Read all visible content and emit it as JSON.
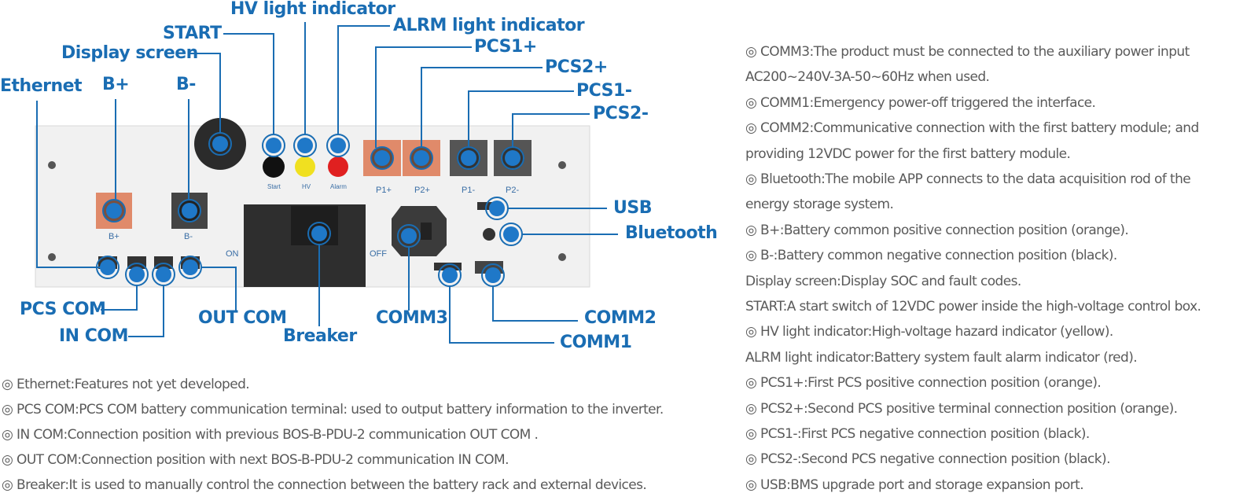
{
  "callouts": {
    "hv": "HV light indicator",
    "start": "START",
    "alrm": "ALRM light indicator",
    "display": "Display screen",
    "pcs1p": "PCS1+",
    "pcs2p": "PCS2+",
    "ethernet": "Ethernet",
    "bp": "B+",
    "bm": "B-",
    "pcs1m": "PCS1-",
    "pcs2m": "PCS2-",
    "usb": "USB",
    "bluetooth": "Bluetooth",
    "pcscom": "PCS COM",
    "outcom": "OUT COM",
    "comm3": "COMM3",
    "comm2": "COMM2",
    "incom": "IN COM",
    "breaker": "Breaker",
    "comm1": "COMM1"
  },
  "panel_labels": {
    "start": "Start",
    "hv": "HV",
    "alarm": "Alarm",
    "p1p": "P1+",
    "p2p": "P2+",
    "p1m": "P1-",
    "p2m": "P2-",
    "bp": "B+",
    "bm": "B-",
    "on": "ON",
    "off": "OFF"
  },
  "colors": {
    "accent": "#1a6db3",
    "orange": "#e08a6a",
    "yellow": "#f0e020",
    "red": "#e02020"
  },
  "bottom_notes": [
    "◎ Ethernet:Features not yet developed.",
    "◎ PCS COM:PCS COM battery communication terminal: used to output battery information to the inverter.",
    "◎ IN COM:Connection position with previous BOS-B-PDU-2 communication OUT COM .",
    "◎ OUT COM:Connection position with next BOS-B-PDU-2 communication IN COM.",
    "◎ Breaker:It is used to manually control the connection between the battery rack and external devices."
  ],
  "right_notes": [
    "◎ COMM3:The product must be connected to the auxiliary power input",
    "AC200~240V-3A-50~60Hz when used.",
    "◎ COMM1:Emergency power-off triggered the interface.",
    "◎ COMM2:Communicative connection with the first battery module; and",
    "providing 12VDC power for the first battery module.",
    "◎ Bluetooth:The mobile APP connects to the data acquisition rod of the",
    "energy storage system.",
    "◎ B+:Battery common positive connection position (orange).",
    "◎ B-:Battery common negative connection position (black).",
    "Display screen:Display SOC and fault codes.",
    "START:A start switch of 12VDC power inside the high-voltage control box.",
    "◎ HV light indicator:High-voltage hazard indicator (yellow).",
    "ALRM light indicator:Battery system fault alarm indicator (red).",
    "◎ PCS1+:First PCS positive connection position (orange).",
    "◎ PCS2+:Second PCS positive terminal connection position (orange).",
    "◎ PCS1-:First PCS negative connection position (black).",
    "◎ PCS2-:Second PCS negative connection position (black).",
    "◎ USB:BMS upgrade port and storage expansion port."
  ]
}
